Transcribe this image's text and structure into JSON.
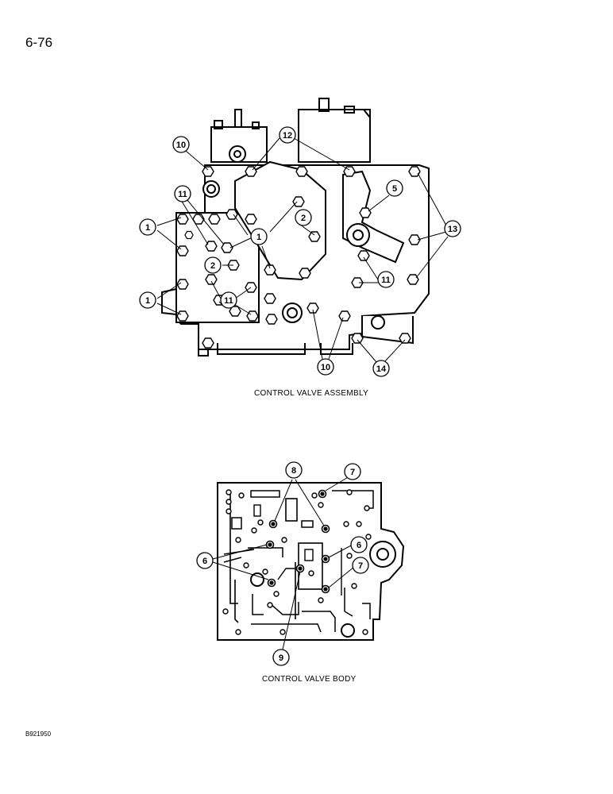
{
  "page_number": "6-76",
  "figures": [
    {
      "caption": "CONTROL VALVE ASSEMBLY",
      "callouts": [
        "10",
        "12",
        "5",
        "11",
        "2",
        "1",
        "13",
        "2",
        "1",
        "11",
        "10",
        "14"
      ]
    },
    {
      "caption": "CONTROL VALVE BODY",
      "callouts": [
        "8",
        "7",
        "6",
        "6",
        "7",
        "9"
      ]
    }
  ],
  "doc_code": "B921950"
}
